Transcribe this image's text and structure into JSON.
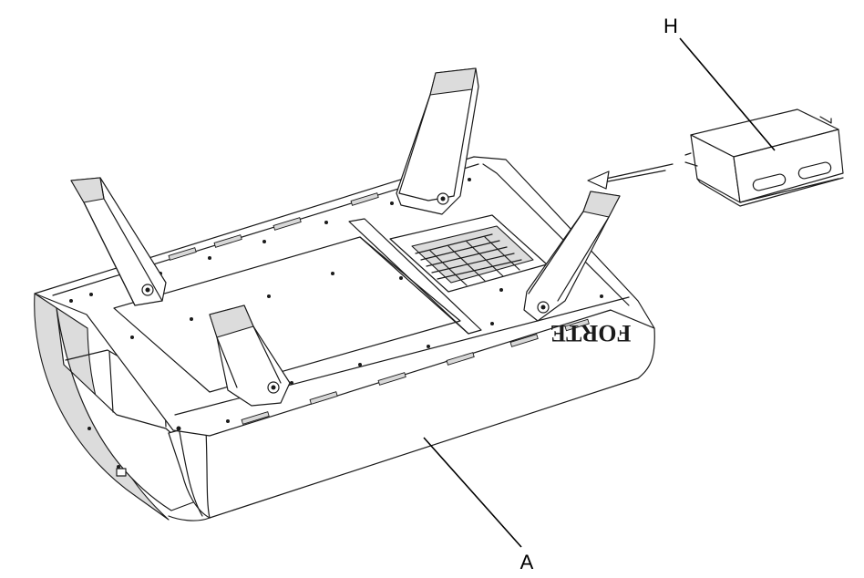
{
  "callouts": {
    "part_a": "A",
    "part_h": "H"
  },
  "base_brand_text": "FORTE",
  "colors": {
    "line": "#1a1a1a",
    "shade": "#dcdcdc",
    "background": "#ffffff"
  }
}
